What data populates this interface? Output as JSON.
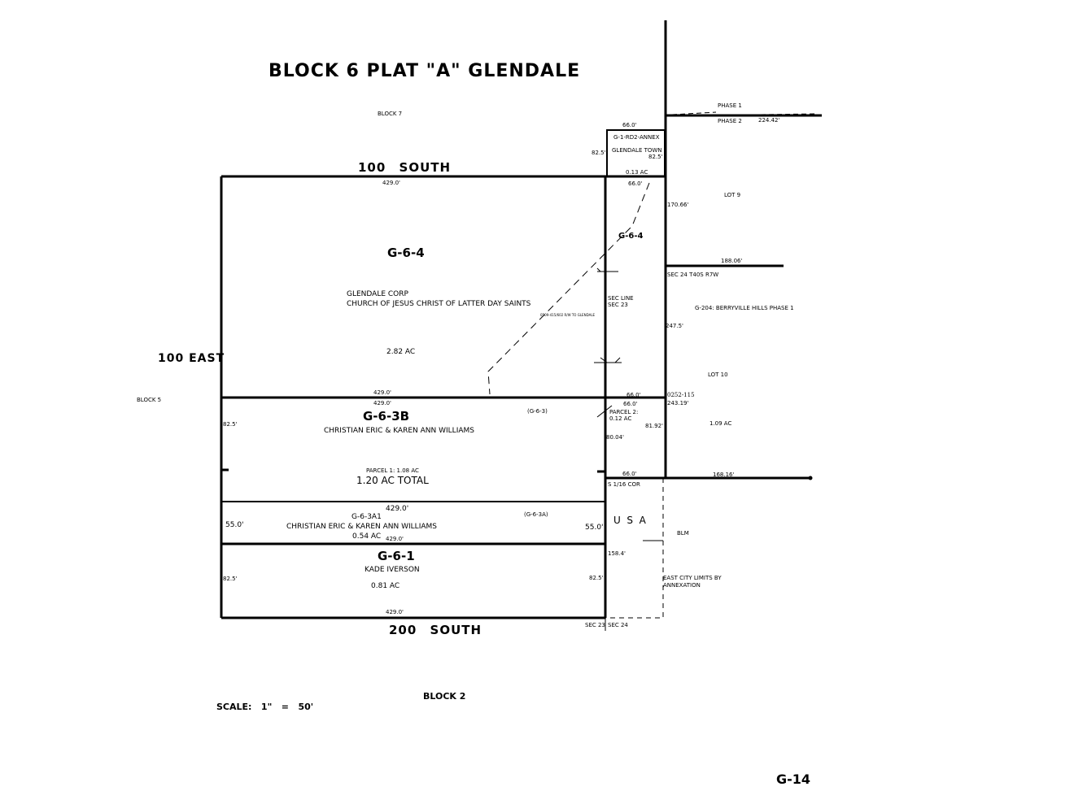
{
  "title": "BLOCK 6 PLAT \"A\" GLENDALE",
  "sheet": "G-14",
  "scale": "SCALE:   1\"   =   50'",
  "streets": {
    "north": "100 SOUTH",
    "south": "200 SOUTH",
    "west": "100 EAST"
  },
  "blocks": {
    "north": "BLOCK 7",
    "west": "BLOCK 5",
    "south": "BLOCK 2"
  },
  "annex": {
    "id": "G-1-RD2-ANNEX",
    "owner": "GLENDALE TOWN",
    "acres": "0.13 AC",
    "dim_top": "66.0'",
    "dim_left": "82.5'",
    "dim_right": "82.5'"
  },
  "phases": {
    "phase1": "PHASE 1",
    "phase2": "PHASE 2",
    "phase2_dim": "224.42'"
  },
  "parcel_g64": {
    "id": "G-6-4",
    "id_strip": "G-6-4",
    "owner1": "GLENDALE CORP",
    "owner2": "CHURCH OF JESUS CHRIST OF LATTER DAY SAINTS",
    "acres": "2.82 AC",
    "dim_top": "429.0'",
    "dim_bottom": "429.0'",
    "strip_top": "66.0'",
    "strip_bottom": "66.0'",
    "row_note": "0509-415/602 R/W TO GLENDALE"
  },
  "sec_line": {
    "line1": "SEC LINE",
    "line2": "SEC 23"
  },
  "east_side": {
    "lot9": "LOT 9",
    "lot10": "LOT 10",
    "dim_170": "170.66'",
    "dim_188": "188.06'",
    "sec24": "SEC 24 T40S R7W",
    "subdivision": "G-204: BERRYVILLE HILLS PHASE 1",
    "dim_247": "247.5'",
    "book": "0252-115",
    "dim_243": "243.19'",
    "acres": "1.09 AC",
    "dim_168": "168.16'"
  },
  "parcel_g63b": {
    "id": "G-6-3B",
    "ref": "(G-6-3)",
    "owner": "CHRISTIAN ERIC & KAREN ANN WILLIAMS",
    "parcel1": "PARCEL 1: 1.08 AC",
    "total": "1.20 AC TOTAL",
    "dim_top": "429.0'",
    "dim_left": "82.5'",
    "parcel2": "PARCEL 2:",
    "parcel2_acres": "0.12 AC",
    "strip_top": "66.0'",
    "strip_bottom": "66.0'",
    "dim_8192": "81.92'",
    "dim_8004": "80.04'"
  },
  "parcel_g63a1": {
    "id": "G-6-3A1",
    "ref": "(G-6-3A)",
    "owner": "CHRISTIAN ERIC & KAREN ANN WILLIAMS",
    "acres": "0.54 AC",
    "dim_top": "429.0'",
    "dim_bottom": "429.0'",
    "dim_left": "55.0'",
    "dim_right": "55.0'"
  },
  "parcel_g61": {
    "id": "G-6-1",
    "owner": "KADE IVERSON",
    "acres": "0.81 AC",
    "dim_bottom": "429.0'",
    "dim_left": "82.5'",
    "dim_right": "82.5'"
  },
  "usa": {
    "label": "U  S  A",
    "blm": "BLM",
    "corner": "S 1/16 COR",
    "dim_158": "158.4'",
    "limits1": "EAST CITY LIMITS BY",
    "limits2": "ANNEXATION",
    "sec23": "SEC 23",
    "sec24": "SEC 24"
  }
}
